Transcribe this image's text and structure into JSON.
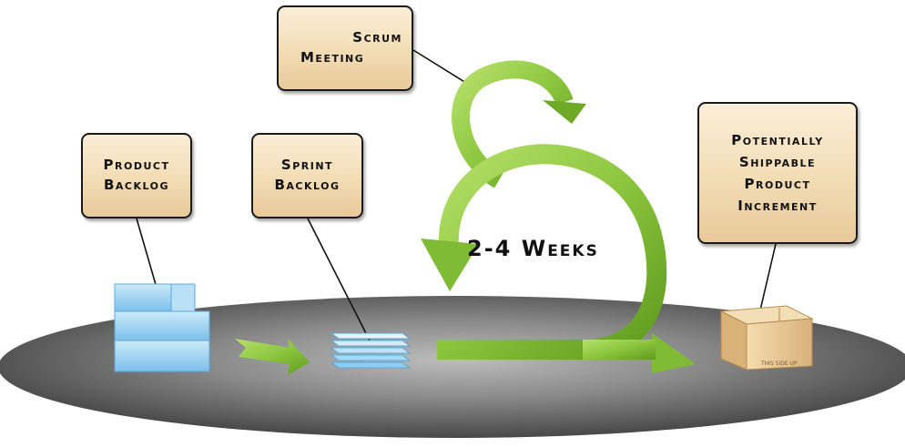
{
  "diagram": {
    "product_backlog": {
      "lines": [
        "Product",
        "Backlog"
      ]
    },
    "sprint_backlog": {
      "lines": [
        "Sprint",
        "Backlog"
      ]
    },
    "scrum_meeting": {
      "lines": [
        "Scrum",
        "Meeting"
      ]
    },
    "increment": {
      "lines": [
        "Potentially",
        "Shippable",
        "Product",
        "Increment"
      ]
    },
    "cycle_label": "2-4 Weeks",
    "box_stamp": "THIS SIDE UP"
  },
  "colors": {
    "arrow_green": "#8cc63f",
    "arrow_green_dark": "#5e9a1e",
    "disc_gray": "#6e6e6e",
    "backlog_blue": "#8fcdf0",
    "label_fill": "#f2dcb4",
    "carton": "#e8c794"
  }
}
